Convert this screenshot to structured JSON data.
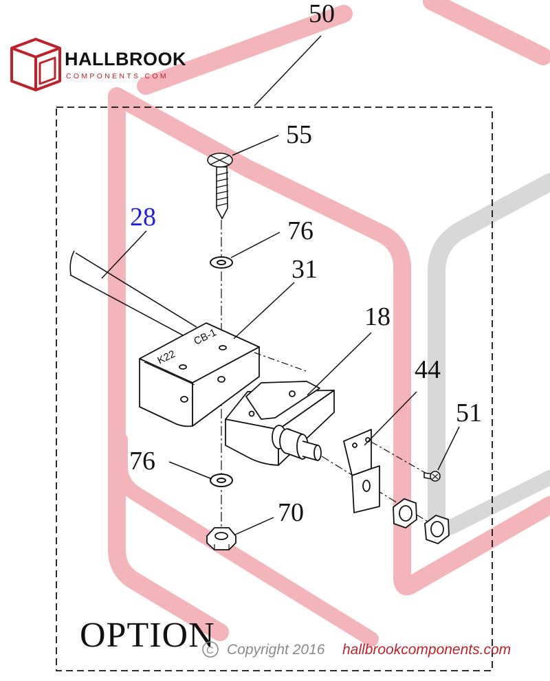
{
  "brand": {
    "name": "HALLBROOK",
    "tagline": "COMPONENTS.COM",
    "logo_icon": "cube-icon",
    "accent": "#c0202a"
  },
  "diagram": {
    "callouts": {
      "c50": "50",
      "c55": "55",
      "c28": "28",
      "c76_top": "76",
      "c31": "31",
      "c18": "18",
      "c44": "44",
      "c51": "51",
      "c76_bottom": "76",
      "c70": "70"
    },
    "cover_stamp": "K22",
    "cover_stamp_2": "CB-1",
    "option_label": "OPTION",
    "highlight_color": "#c0202a"
  },
  "footer": {
    "copyright_text": "Copyright 2016",
    "copyright_link": "hallbrookcomponents.com",
    "copyright_symbol": "©"
  }
}
